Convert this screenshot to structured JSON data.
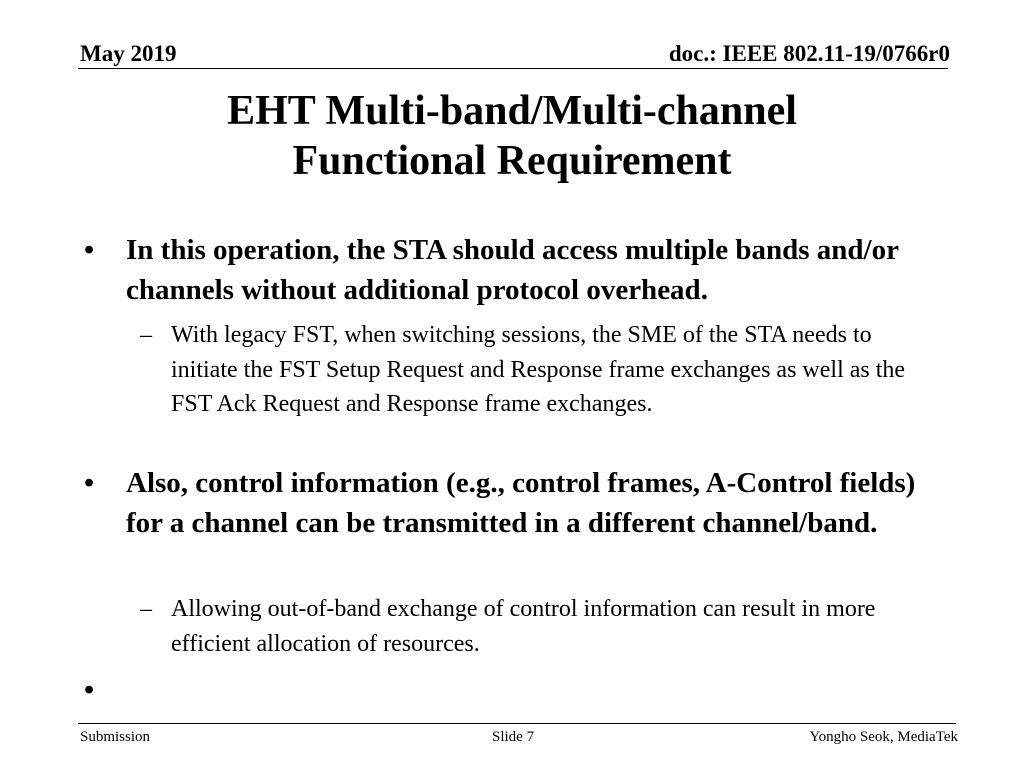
{
  "header": {
    "date": "May 2019",
    "doc_id": "doc.: IEEE 802.11-19/0766r0"
  },
  "slide": {
    "title_line1": "EHT Multi-band/Multi-channel",
    "title_line2": "Functional Requirement",
    "bullet_symbol": "•",
    "dash_symbol": "–",
    "bullets": [
      {
        "text": "In this operation, the STA should access multiple bands and/or channels without additional protocol overhead.",
        "sub": "With legacy FST, when switching sessions, the SME of the STA needs to initiate the FST Setup Request and Response frame exchanges as well as the FST Ack Request and Response frame exchanges."
      },
      {
        "text": "Also, control information (e.g., control frames, A-Control fields) for a channel can be transmitted in a different channel/band.",
        "sub": "Allowing out-of-band exchange of control information can result in more efficient allocation of resources."
      },
      {
        "text": ""
      }
    ]
  },
  "footer": {
    "left": "Submission",
    "center": "Slide 7",
    "right": "Yongho Seok, MediaTek"
  }
}
